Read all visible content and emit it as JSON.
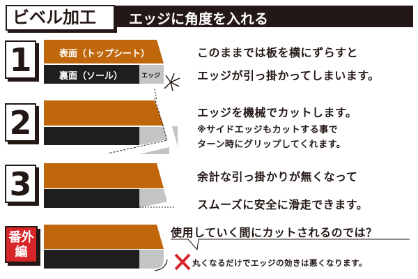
{
  "header": {
    "title": "ビベル加工",
    "subtitle": "エッジに角度を入れる"
  },
  "colors": {
    "top_sheet": "#c0670b",
    "sole": "#1e1e1e",
    "edge": "#c2c4c6",
    "accent_red": "#d7262a"
  },
  "steps": [
    {
      "number": "1",
      "board_labels": {
        "top": "表面（トップシート）",
        "sole": "裏面（ソール）",
        "edge": "エッジ"
      },
      "lines": [
        "このままでは板を横にずらすと",
        "エッジが引っ掛かってしまいます。"
      ]
    },
    {
      "number": "2",
      "lines": [
        "エッジを機械でカットします。",
        "※サイドエッジもカットする事で",
        "ターン時にグリップしてくれます。"
      ]
    },
    {
      "number": "3",
      "lines": [
        "余計な引っ掛かりが無くなって",
        "スムーズに安全に滑走できます。"
      ]
    },
    {
      "number": "番外編",
      "question": "使用していく間にカットされるのでは？",
      "answer": "丸くなるだけでエッジの効きは悪くなります。",
      "answer_icon": "cross-mark-icon"
    }
  ]
}
